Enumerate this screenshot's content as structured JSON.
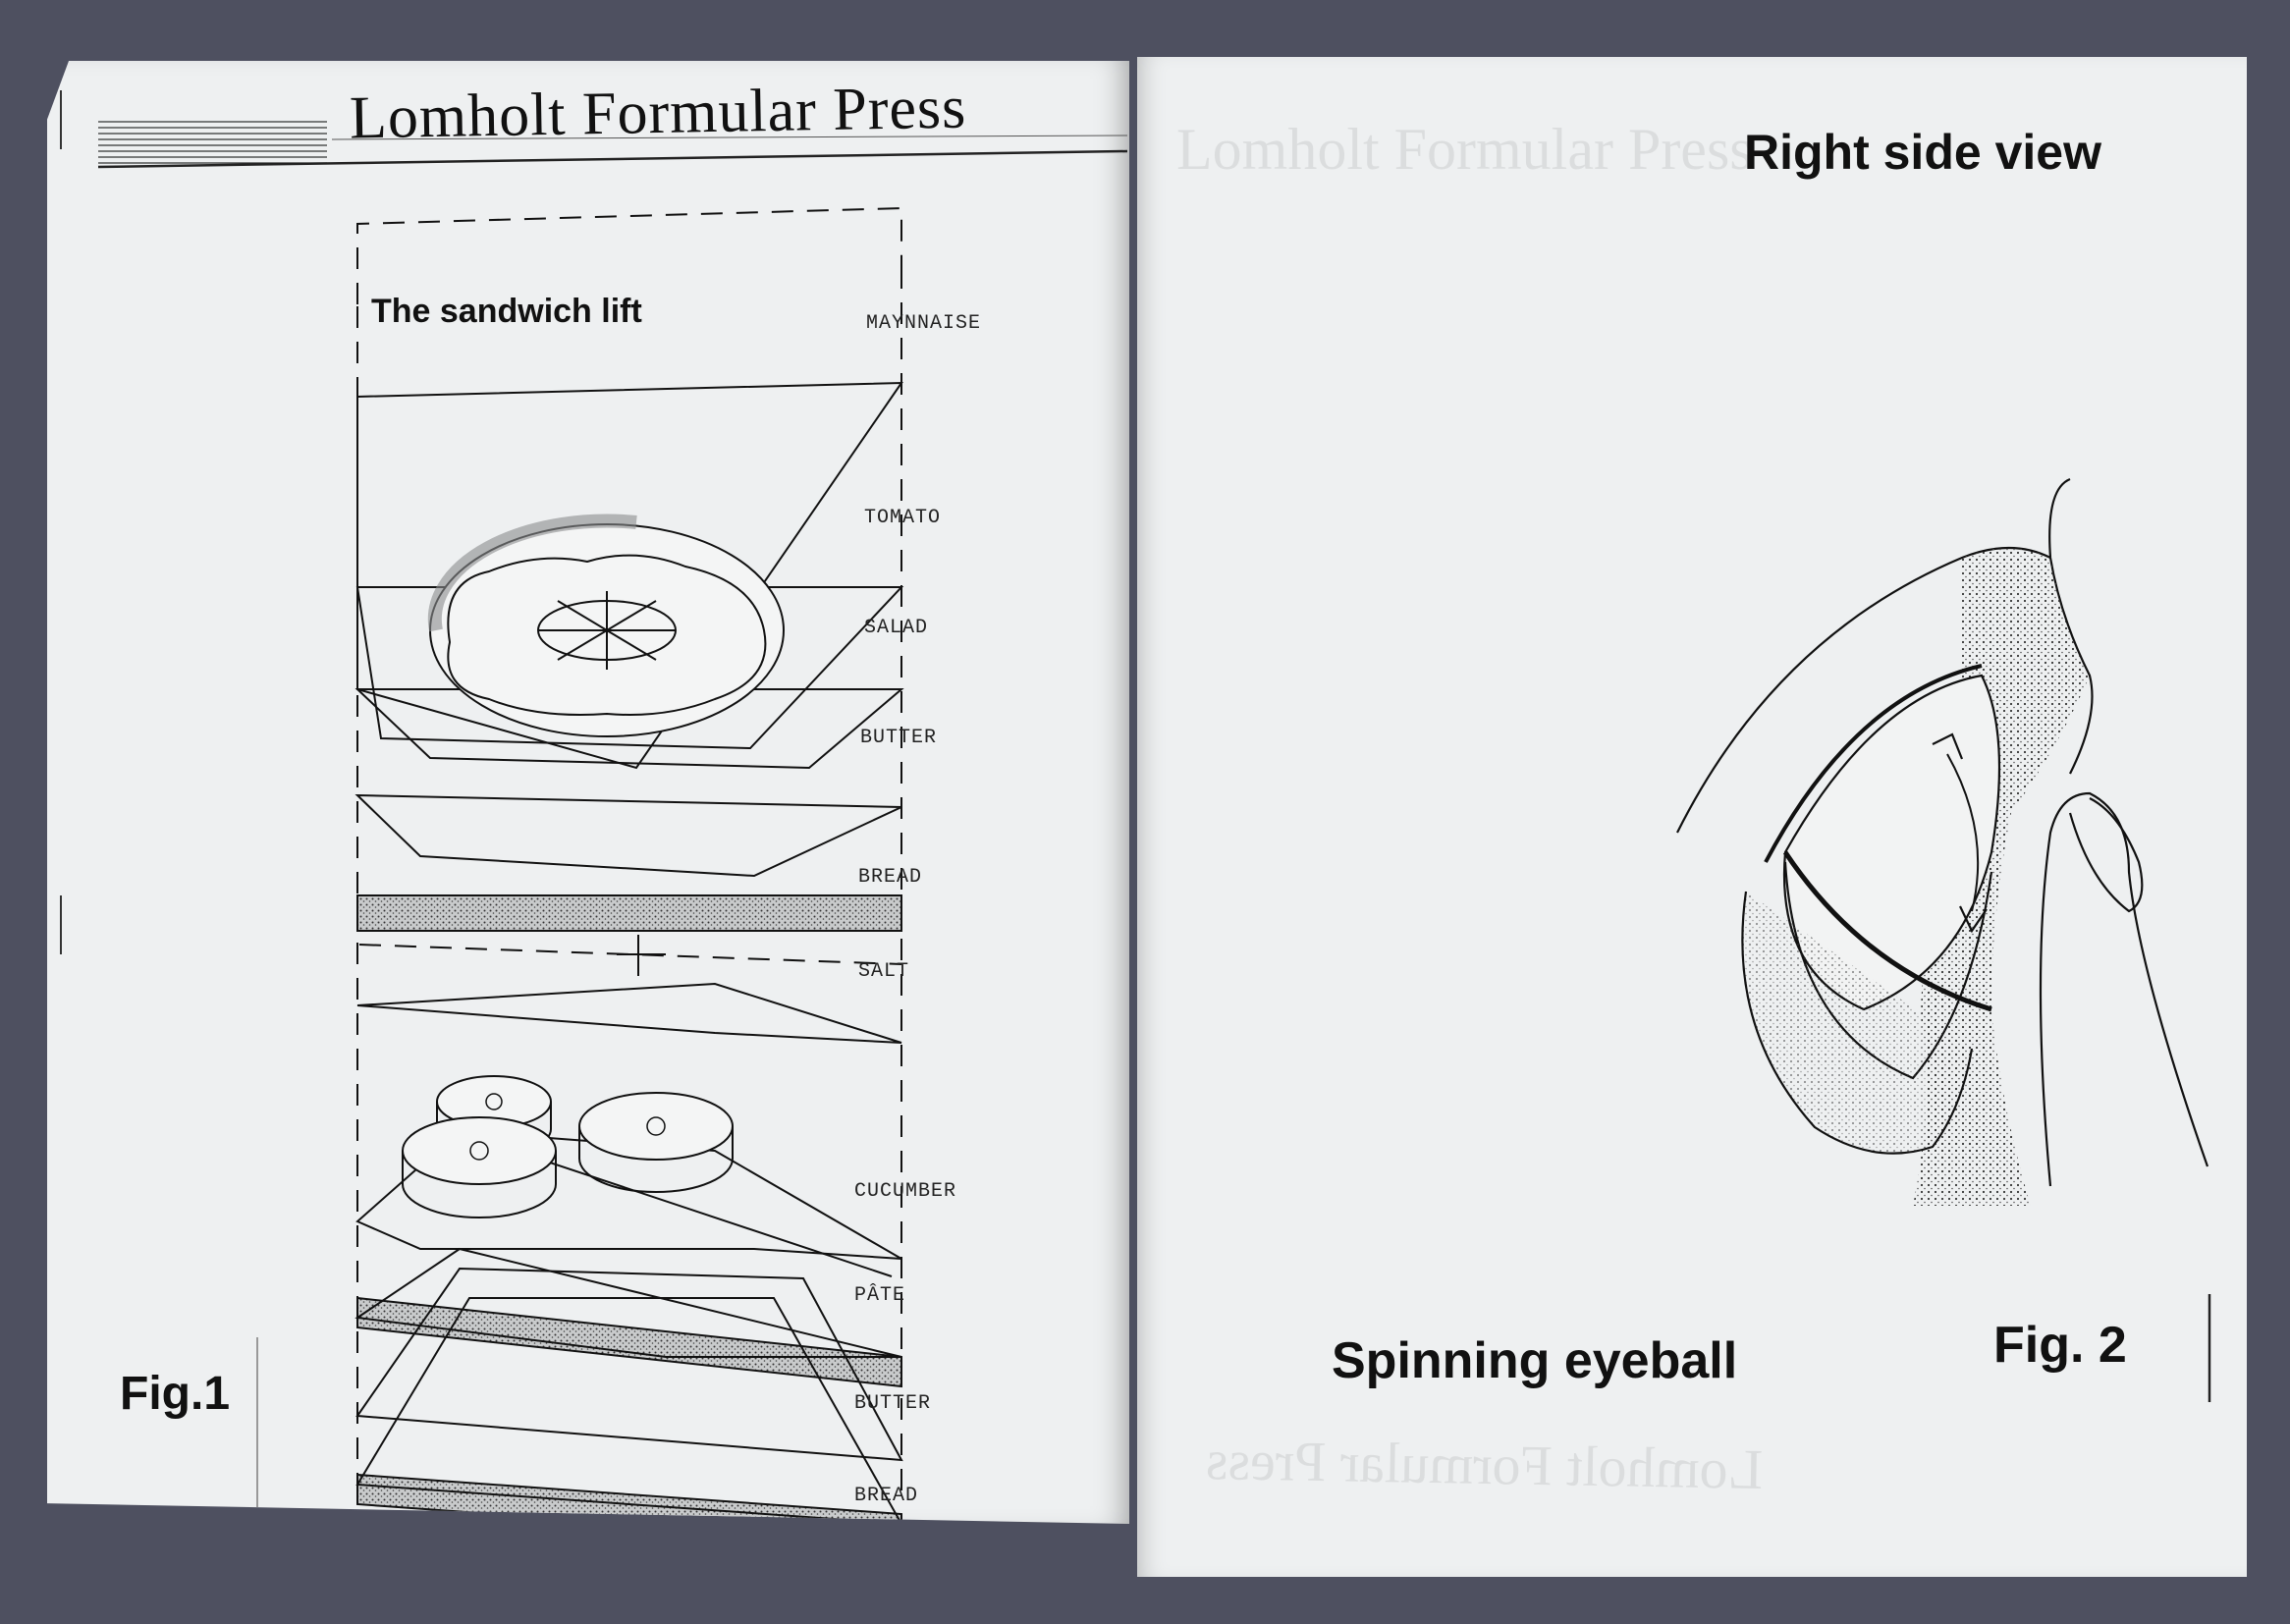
{
  "left_page": {
    "header": "Lomholt Formular Press",
    "diagram_title": "The sandwich lift",
    "figure_label": "Fig.1",
    "layers": [
      {
        "label": "MAYNNAISE"
      },
      {
        "label": "TOMATO"
      },
      {
        "label": "SALAD"
      },
      {
        "label": "BUTTER"
      },
      {
        "label": "BREAD"
      },
      {
        "label": "SALT"
      },
      {
        "label": "CUCUMBER"
      },
      {
        "label": "PÂTE"
      },
      {
        "label": "BUTTER"
      },
      {
        "label": "BREAD"
      }
    ]
  },
  "right_page": {
    "title": "Right side view",
    "caption": "Spinning eyeball",
    "figure_label": "Fig. 2"
  },
  "colors": {
    "background": "#4e5060",
    "paper": "#eef0f1",
    "ink": "#111111"
  }
}
